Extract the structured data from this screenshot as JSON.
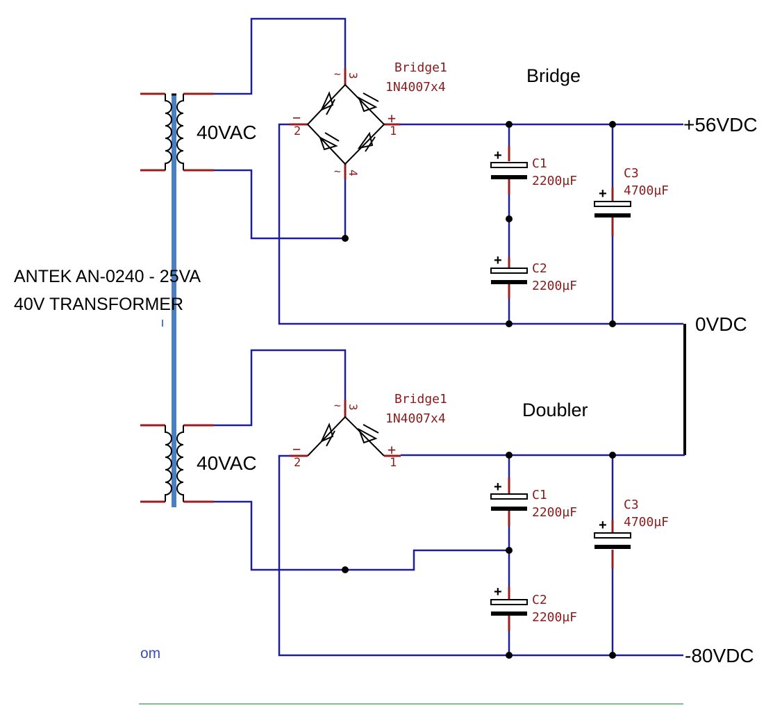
{
  "colors": {
    "wire": "#1c1f96",
    "pin": "#9b1c1c",
    "component": "#000000",
    "core": "#4a7fc1",
    "label_red": "#8b1a1a",
    "footer_line": "#7dc28d",
    "footer_text": "#3a4fb5"
  },
  "transformer": {
    "line1": "ANTEK AN-0240 - 25VA",
    "line2": "40V TRANSFORMER"
  },
  "top_section": {
    "title": "Bridge",
    "winding_voltage": "40VAC",
    "bridge": {
      "ref": "Bridge1",
      "value": "1N4007x4",
      "pin_ac1": "3",
      "pin_ac2": "4",
      "pin_minus": "2",
      "pin_plus": "1",
      "sign_minus": "−",
      "sign_plus": "+",
      "sign_ac": "~"
    },
    "c1": {
      "ref": "C1",
      "value": "2200µF"
    },
    "c2": {
      "ref": "C2",
      "value": "2200µF"
    },
    "c3": {
      "ref": "C3",
      "value": "4700µF"
    },
    "output": "+56VDC"
  },
  "middle_output": "0VDC",
  "bottom_section": {
    "title": "Doubler",
    "winding_voltage": "40VAC",
    "bridge": {
      "ref": "Bridge1",
      "value": "1N4007x4",
      "pin_ac1": "3",
      "pin_minus": "2",
      "pin_plus": "1",
      "sign_minus": "−",
      "sign_plus": "+",
      "sign_ac": "~"
    },
    "c1": {
      "ref": "C1",
      "value": "2200µF"
    },
    "c2": {
      "ref": "C2",
      "value": "2200µF"
    },
    "c3": {
      "ref": "C3",
      "value": "4700µF"
    },
    "output": "-80VDC"
  },
  "cap_polarity": "+",
  "footer_fragment": "om"
}
